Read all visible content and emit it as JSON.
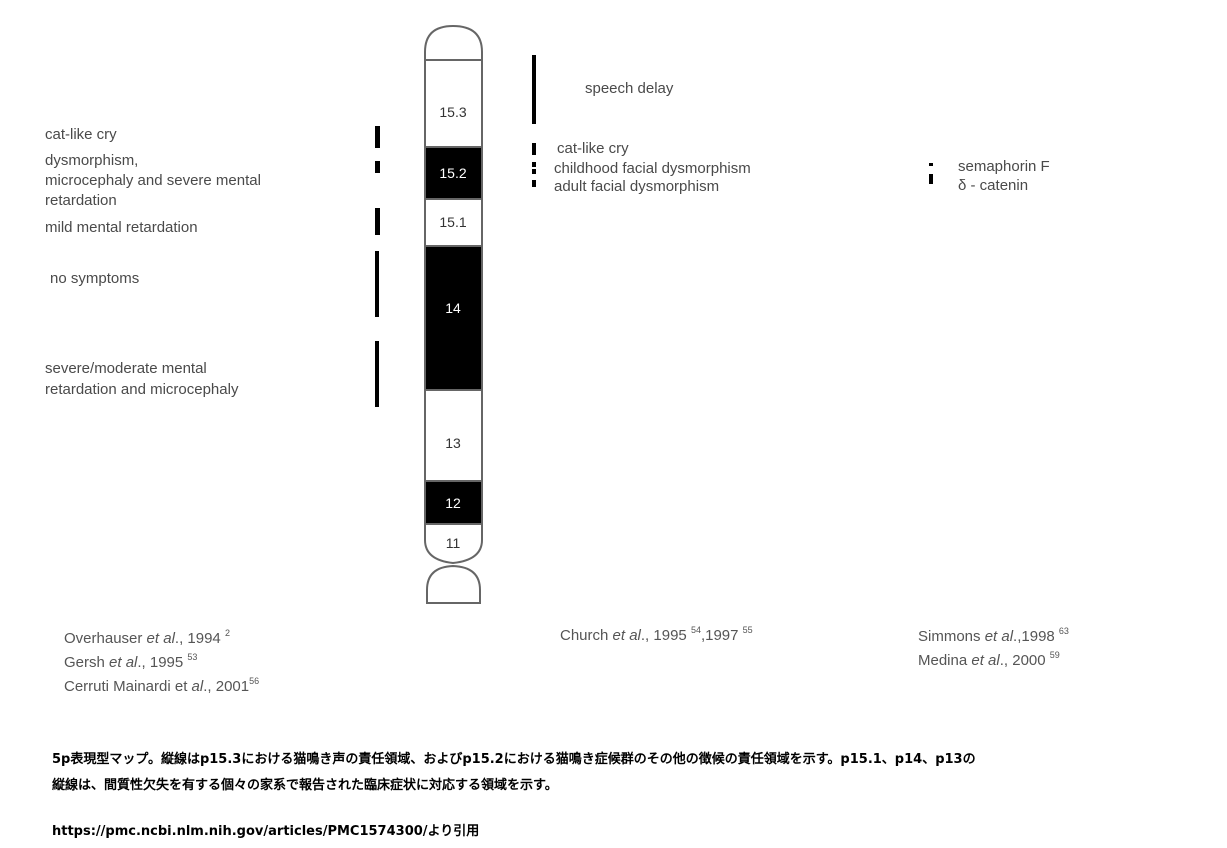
{
  "chromosome": {
    "bands": [
      {
        "label": "15.3",
        "stain": "white"
      },
      {
        "label": "15.2",
        "stain": "black"
      },
      {
        "label": "15.1",
        "stain": "white"
      },
      {
        "label": "14",
        "stain": "black"
      },
      {
        "label": "13",
        "stain": "white"
      },
      {
        "label": "12",
        "stain": "black"
      },
      {
        "label": "11",
        "stain": "white"
      }
    ]
  },
  "left_phenotypes": [
    {
      "lines": [
        "cat-like cry"
      ]
    },
    {
      "lines": [
        "dysmorphism,",
        "microcephaly and severe mental",
        "retardation"
      ]
    },
    {
      "lines": [
        "mild mental retardation"
      ]
    },
    {
      "lines": [
        "no symptoms"
      ]
    },
    {
      "lines": [
        "severe/moderate mental",
        "retardation and microcephaly"
      ]
    }
  ],
  "right_phenotypes": [
    "speech delay",
    "cat-like cry",
    "childhood facial dysmorphism",
    "adult facial dysmorphism"
  ],
  "genes": [
    "semaphorin F",
    "δ - catenin"
  ],
  "references": {
    "left": [
      {
        "author": "Overhauser ",
        "etal": "et al",
        "year": "., 1994 ",
        "sup": "2"
      },
      {
        "author": "Gersh ",
        "etal": "et al",
        "year": "., 1995 ",
        "sup": "53"
      },
      {
        "author": "Cerruti Mainardi et ",
        "etal": "al",
        "year": "., 2001",
        "sup": "56"
      }
    ],
    "middle": [
      {
        "author": "Church ",
        "etal": "et al",
        "year": "., 1995 ",
        "sup": "54",
        "year2": ",1997 ",
        "sup2": "55"
      }
    ],
    "right": [
      {
        "author": "Simmons ",
        "etal": "et al",
        "year": ".,1998 ",
        "sup": "63"
      },
      {
        "author": "Medina ",
        "etal": "et al",
        "year": "., 2000 ",
        "sup": "59"
      }
    ]
  },
  "caption": {
    "line1": "5p表現型マップ。縦線はp15.3における猫鳴き声の責任領域、およびp15.2における猫鳴き症候群のその他の徴候の責任領域を示す。p15.1、p14、p13の",
    "line2": "縦線は、間質性欠失を有する個々の家系で報告された臨床症状に対応する領域を示す。",
    "source": "https://pmc.ncbi.nlm.nih.gov/articles/PMC1574300/より引用"
  }
}
